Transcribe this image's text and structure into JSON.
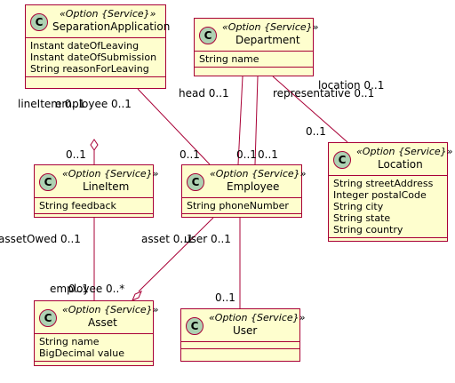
{
  "classes": {
    "separation": {
      "stereotype": "«Option {Service}»",
      "name": "SeparationApplication",
      "attrs": [
        "Instant dateOfLeaving",
        "Instant dateOfSubmission",
        "String reasonForLeaving"
      ]
    },
    "department": {
      "stereotype": "«Option {Service}»",
      "name": "Department",
      "attrs": [
        "String name"
      ]
    },
    "location": {
      "stereotype": "«Option {Service}»",
      "name": "Location",
      "attrs": [
        "String streetAddress",
        "Integer postalCode",
        "String city",
        "String state",
        "String country"
      ]
    },
    "lineitem": {
      "stereotype": "«Option {Service}»",
      "name": "LineItem",
      "attrs": [
        "String feedback"
      ]
    },
    "employee": {
      "stereotype": "«Option {Service}»",
      "name": "Employee",
      "attrs": [
        "String phoneNumber"
      ]
    },
    "asset": {
      "stereotype": "«Option {Service}»",
      "name": "Asset",
      "attrs": [
        "String name",
        "BigDecimal value"
      ]
    },
    "user": {
      "stereotype": "«Option {Service}»",
      "name": "User",
      "attrs": []
    }
  },
  "labels": {
    "sep_lineitem": "lineItem 0..1",
    "sep_employee": "employee 0..1",
    "lineitem_from_sep": "0..1",
    "emp_from_sep": "0..1",
    "dept_head": "head 0..1",
    "emp_from_head": "0..1",
    "emp_from_rep": "0..1",
    "dept_representative": "representative 0..1",
    "dept_location": "location 0..1",
    "loc_from_dept": "0..1",
    "lineitem_assetowed": "assetOwed 0..1",
    "asset_from_lineitem": "0..1",
    "emp_asset": "asset 0..1",
    "emp_user": "user 0..1",
    "asset_employee": "employee 0..*",
    "user_from_emp": "0..1"
  }
}
